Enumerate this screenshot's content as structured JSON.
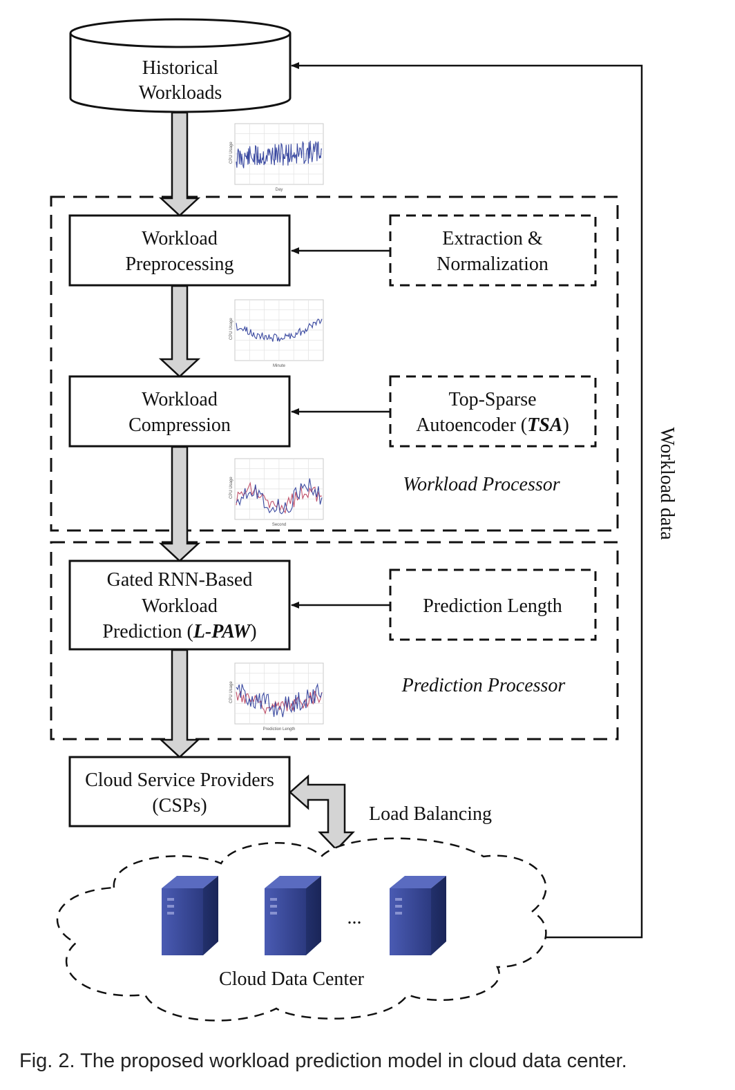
{
  "nodes": {
    "historical": {
      "line1": "Historical",
      "line2": "Workloads"
    },
    "preprocessing": {
      "line1": "Workload",
      "line2": "Preprocessing"
    },
    "extraction": {
      "line1": "Extraction &",
      "line2": "Normalization"
    },
    "compression": {
      "line1": "Workload",
      "line2": "Compression"
    },
    "tsa": {
      "line1": "Top-Sparse",
      "line2_prefix": "Autoencoder (",
      "line2_bold": "TSA",
      "line2_suffix": ")"
    },
    "prediction": {
      "line1": "Gated RNN-Based",
      "line2": "Workload",
      "line3_prefix": "Prediction (",
      "line3_bold": "L-PAW",
      "line3_suffix": ")"
    },
    "prediction_length": {
      "label": "Prediction Length"
    },
    "csp": {
      "line1": "Cloud Service Providers",
      "line2": "(CSPs)"
    },
    "cloud": {
      "label": "Cloud Data Center",
      "ellipsis": "..."
    }
  },
  "regions": {
    "workload_processor": "Workload Processor",
    "prediction_processor": "Prediction Processor"
  },
  "edges": {
    "workload_data": "Workload data",
    "load_balancing": "Load Balancing"
  },
  "thumbnails": {
    "t1": {
      "ylabel": "CPU Usage",
      "xlabel": "Day"
    },
    "t2": {
      "ylabel": "CPU Usage",
      "xlabel": "Minute"
    },
    "t3": {
      "ylabel": "CPU Usage",
      "xlabel": "Second"
    },
    "t4": {
      "ylabel": "CPU Usage",
      "xlabel": "Prediction Length"
    }
  },
  "caption": "Fig. 2. The proposed workload prediction model in cloud data center.",
  "colors": {
    "series_blue": "#3a49a0",
    "series_red": "#c0506a",
    "server": "#3b4a9a"
  }
}
